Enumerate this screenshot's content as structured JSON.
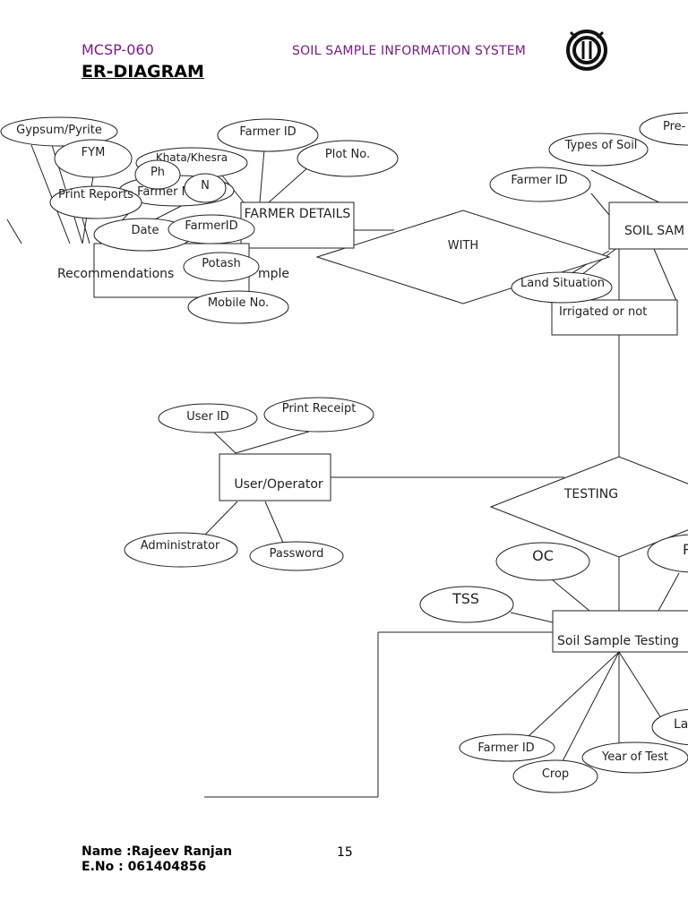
{
  "header": {
    "course_code": "MCSP-060",
    "section_title": "ER-DIAGRAM",
    "system_title": "SOIL SAMPLE INFORMATION SYSTEM"
  },
  "diagram": {
    "entities": {
      "farmer_details": "FARMER DETAILS",
      "soil_sample": "SOIL SAM",
      "recommendations": "Recommendations",
      "recommendations_suffix": "mple",
      "irrigated": "Irrigated or not",
      "user_operator": "User/Operator",
      "soil_sample_testing": "Soil Sample Testing"
    },
    "relationships": {
      "with": "WITH",
      "testing": "TESTING"
    },
    "attributes": {
      "gypsum": "Gypsum/Pyrite",
      "fym": "FYM",
      "khata": "Khata/Khesra",
      "ph": "Ph",
      "farmer_name": "Farmer Name",
      "n": "N",
      "print_reports": "Print Reports",
      "date": "Date",
      "farmer_id_dup": "FarmerID",
      "potash": "Potash",
      "mobile": "Mobile No.",
      "farmer_id_1": "Farmer ID",
      "plot_no": "Plot No.",
      "types_of_soil": "Types of Soil",
      "pre": "Pre-",
      "farmer_id_2": "Farmer ID",
      "land_situation": "Land Situation",
      "user_id": "User ID",
      "print_receipt": "Print Receipt",
      "administrator": "Administrator",
      "password": "Password",
      "oc": "OC",
      "p": "P",
      "tss": "TSS",
      "farmer_id_3": "Farmer ID",
      "crop": "Crop",
      "year_of_test": "Year of Test",
      "la": "La"
    }
  },
  "footer": {
    "name_line": "Name :Rajeev Ranjan",
    "eno_line": "E.No : 061404856",
    "page_number": "15"
  }
}
